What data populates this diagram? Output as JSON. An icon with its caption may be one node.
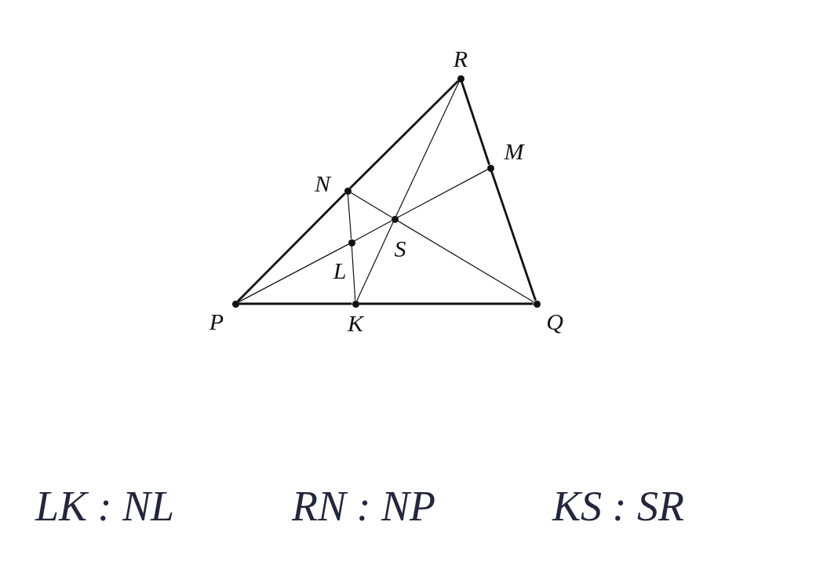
{
  "diagram": {
    "nodes": [
      {
        "text": [
          "R"
        ]
      },
      {
        "text": [
          "M"
        ]
      },
      {
        "text": [
          "N"
        ]
      },
      {
        "text": [
          "S"
        ]
      },
      {
        "text": [
          "L"
        ]
      },
      {
        "text": [
          "P"
        ]
      },
      {
        "text": [
          "K"
        ]
      },
      {
        "text": [
          "Q"
        ]
      }
    ],
    "edges": [
      {
        "from": 5,
        "to": 6,
        "arrow": "none",
        "style": "thick"
      },
      {
        "from": 6,
        "to": 7,
        "arrow": "none",
        "style": "thick"
      },
      {
        "from": 7,
        "to": 1,
        "arrow": "none",
        "style": "thick"
      },
      {
        "from": 1,
        "to": 0,
        "arrow": "none",
        "style": "thick"
      },
      {
        "from": 0,
        "to": 2,
        "arrow": "none",
        "style": "thick"
      },
      {
        "from": 2,
        "to": 5,
        "arrow": "none",
        "style": "thick"
      },
      {
        "from": 0,
        "to": 3,
        "arrow": "none"
      },
      {
        "from": 3,
        "to": 6,
        "arrow": "none"
      },
      {
        "from": 5,
        "to": 4,
        "arrow": "none"
      },
      {
        "from": 4,
        "to": 3,
        "arrow": "none"
      },
      {
        "from": 3,
        "to": 1,
        "arrow": "none"
      },
      {
        "from": 2,
        "to": 3,
        "arrow": "none"
      },
      {
        "from": 3,
        "to": 7,
        "arrow": "none"
      },
      {
        "from": 2,
        "to": 4,
        "arrow": "none"
      },
      {
        "from": 4,
        "to": 6,
        "arrow": "none"
      }
    ],
    "labels": [
      "LK : NL",
      "RN : NP",
      "KS : SR"
    ]
  }
}
